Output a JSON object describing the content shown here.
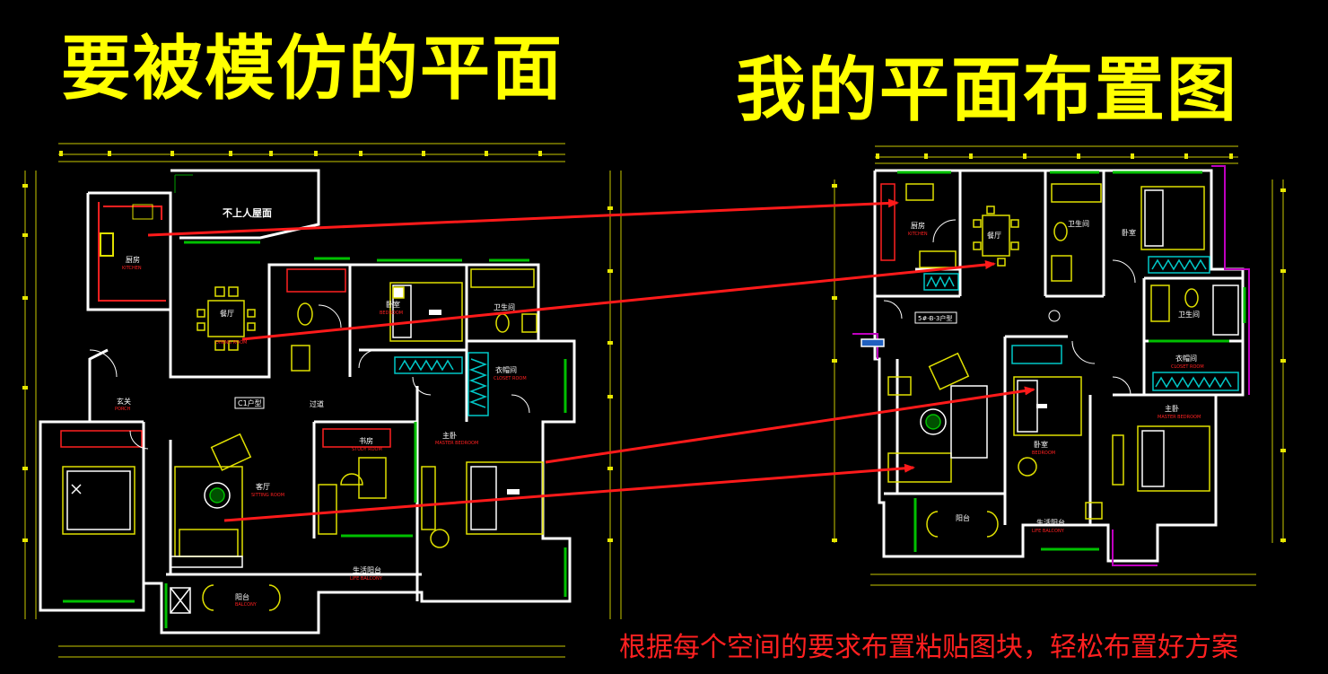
{
  "titles": {
    "left": "要被模仿的平面",
    "right": "我的平面布置图"
  },
  "caption": "根据每个空间的要求布置粘贴图块，轻松布置好方案",
  "left_plan": {
    "unit_label": "C1户型",
    "rooms": {
      "roof": "不上人屋面",
      "kitchen": "厨房",
      "kitchen_en": "KITCHEN",
      "dining": "餐厅",
      "dining_en": "DINING ROOM",
      "foyer": "玄关",
      "foyer_en": "PORCH",
      "corridor": "过道",
      "bedroom": "卧室",
      "bedroom_en": "BEDROOM",
      "bathroom": "卫生间",
      "closet": "衣帽间",
      "closet_en": "CLOSET ROOM",
      "master": "主卧",
      "master_en": "MASTER BEDROOM",
      "study": "书房",
      "study_en": "STUDY ROOM",
      "living": "客厅",
      "living_en": "SITTING ROOM",
      "balcony_life": "生活阳台",
      "balcony_life_en": "LIFE BALCONY",
      "balcony": "阳台",
      "balcony_en": "BALCONY"
    }
  },
  "right_plan": {
    "unit_label": "5#-B-3户型",
    "rooms": {
      "kitchen": "厨房",
      "kitchen_en": "KITCHEN",
      "dining": "餐厅",
      "bathroom_a": "卫生间",
      "bedroom_a": "卧室",
      "bathroom_b": "卫生间",
      "closet": "衣帽间",
      "closet_en": "CLOSET ROOM",
      "master": "主卧",
      "master_en": "MASTER BEDROOM",
      "bedroom_b": "卧室",
      "bedroom_b_en": "BEDROOM",
      "balcony": "阳台",
      "balcony_life": "生活阳台",
      "balcony_life_en": "LIFE BALCONY"
    }
  },
  "colors": {
    "title": "#ffff00",
    "caption": "#ff2020",
    "arrow": "#ff1a1a",
    "wall": "#ffffff",
    "cad_yellow": "#e0e000",
    "cad_green": "#00c000",
    "cad_red": "#ff0000",
    "cad_cyan": "#00c8c8",
    "cad_magenta": "#c000c0"
  }
}
